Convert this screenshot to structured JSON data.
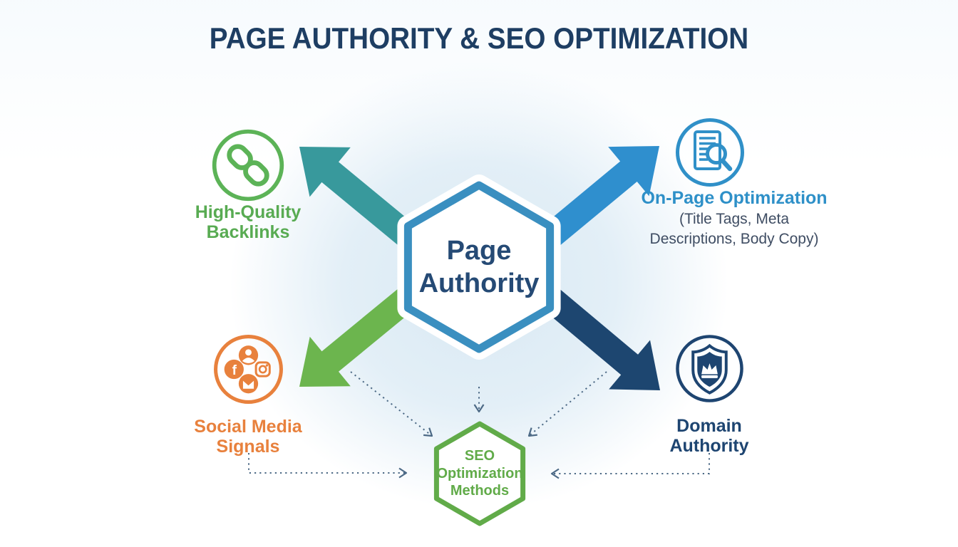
{
  "title": "PAGE AUTHORITY & SEO OPTIMIZATION",
  "center_hexagon": {
    "lines": [
      "Page",
      "Authority"
    ]
  },
  "nodes": {
    "backlinks": {
      "lines": [
        "High-Quality",
        "Backlinks"
      ],
      "color": "#58ab52",
      "icon": "chain-link-icon"
    },
    "onpage": {
      "title": "On-Page Optimization",
      "subtitle_lines": [
        "(Title Tags, Meta",
        "Descriptions, Body Copy)"
      ],
      "color": "#2e90c8",
      "subtitle_color": "#3f4d63",
      "icon": "document-search-icon"
    },
    "social": {
      "lines": [
        "Social Media",
        "Signals"
      ],
      "color": "#e8813d",
      "icon": "social-media-icon"
    },
    "domain": {
      "lines": [
        "Domain",
        "Authority"
      ],
      "color": "#1e4571",
      "icon": "shield-crown-icon"
    }
  },
  "seo_hexagon": {
    "lines": [
      "SEO",
      "Optimization",
      "Methods"
    ],
    "color": "#61ab49"
  },
  "colors": {
    "title_text": "#1e3e63",
    "center_text": "#254a75",
    "center_hex_border": "#3a8fc0",
    "arrow_top_left": "#38999c",
    "arrow_top_right": "#2f8fce",
    "arrow_bottom_left": "#6cb54e",
    "arrow_bottom_right": "#1d4670",
    "dashed_connector": "#4d6a86",
    "background_glow": "#d9e9f3"
  }
}
